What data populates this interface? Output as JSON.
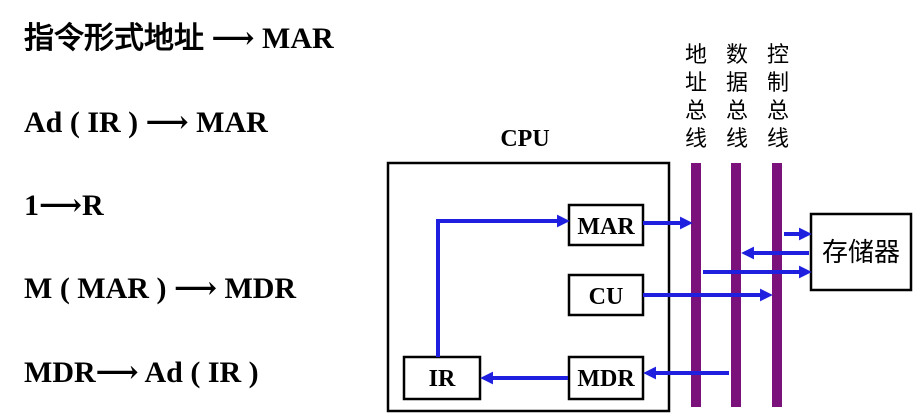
{
  "steps": [
    "指令形式地址 ⟶ MAR",
    "Ad ( IR ) ⟶ MAR",
    "1⟶R",
    "M ( MAR ) ⟶ MDR",
    "MDR⟶ Ad ( IR )"
  ],
  "cpu_label": "CPU",
  "registers": {
    "mar": "MAR",
    "cu": "CU",
    "ir": "IR",
    "mdr": "MDR"
  },
  "memory_label": "存储器",
  "buses": {
    "address": [
      "地",
      "址",
      "总",
      "线"
    ],
    "data": [
      "数",
      "据",
      "总",
      "线"
    ],
    "control": [
      "控",
      "制",
      "总",
      "线"
    ]
  },
  "colors": {
    "arrow": "#1f1fe0",
    "bus": "#7b127b",
    "ink": "#000000"
  }
}
